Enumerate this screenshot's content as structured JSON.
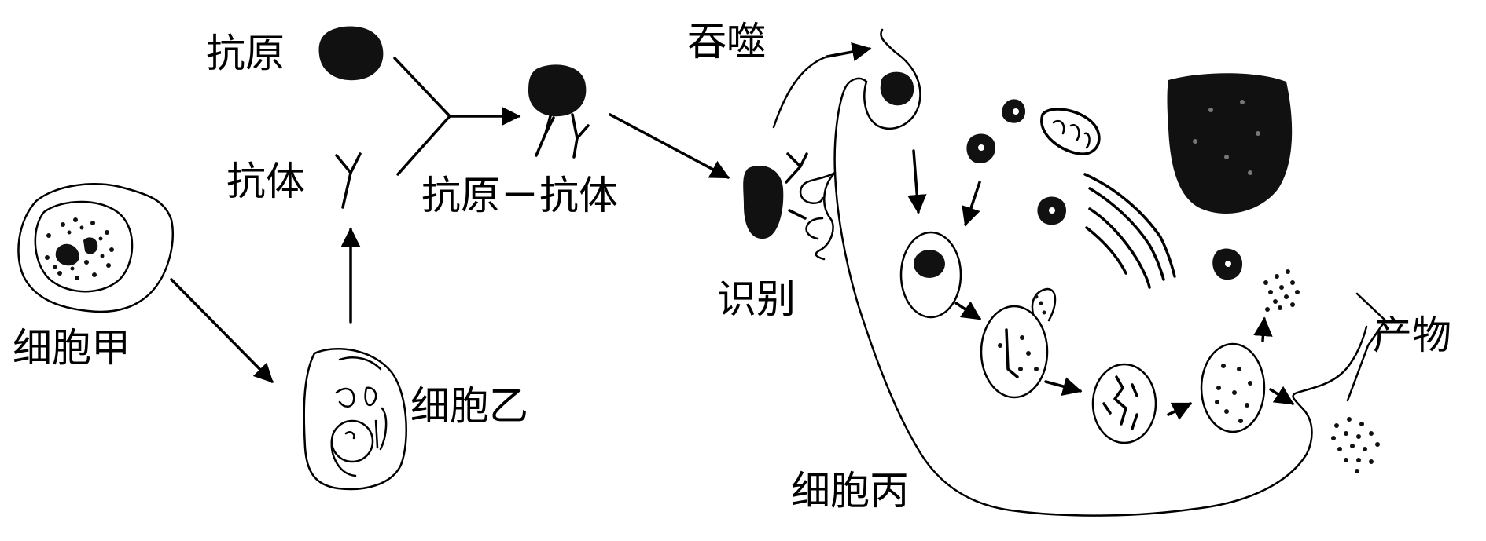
{
  "labels": {
    "antigen": "抗原",
    "antibody": "抗体",
    "antigen_antibody": "抗原－抗体",
    "phagocytosis": "吞噬",
    "recognition": "识别",
    "cell_a": "细胞甲",
    "cell_b": "细胞乙",
    "cell_c": "细胞丙",
    "products": "产物"
  },
  "colors": {
    "ink": "#000000",
    "background": "#ffffff"
  }
}
